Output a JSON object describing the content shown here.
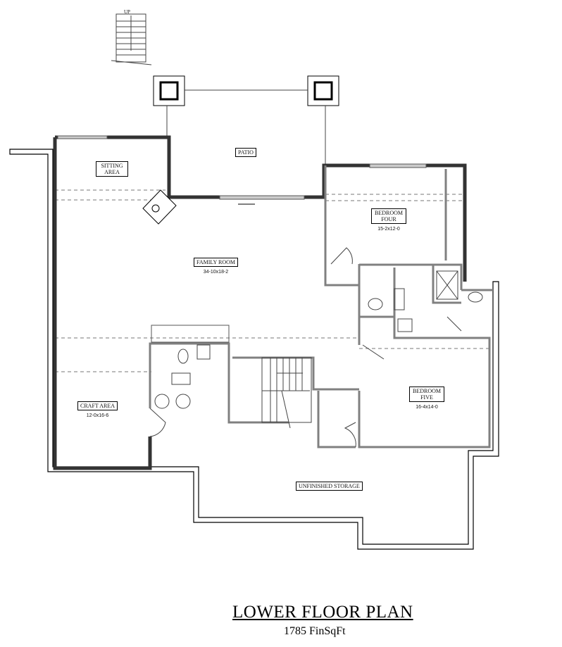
{
  "title": "LOWER FLOOR PLAN",
  "subtitle": "1785 FinSqFt",
  "stair_label": "UP",
  "rooms": {
    "patio": {
      "name": "PATIO"
    },
    "sitting": {
      "name": "SITTING AREA"
    },
    "family": {
      "name": "FAMILY ROOM",
      "dims": "34-10x18-2"
    },
    "bed4": {
      "name": "BEDROOM FOUR",
      "dims": "15-2x12-0"
    },
    "bed5": {
      "name": "BEDROOM FIVE",
      "dims": "16-4x14-0"
    },
    "craft": {
      "name": "CRAFT AREA",
      "dims": "12-0x16-6"
    },
    "storage": {
      "name": "UNFINISHED STORAGE"
    }
  }
}
